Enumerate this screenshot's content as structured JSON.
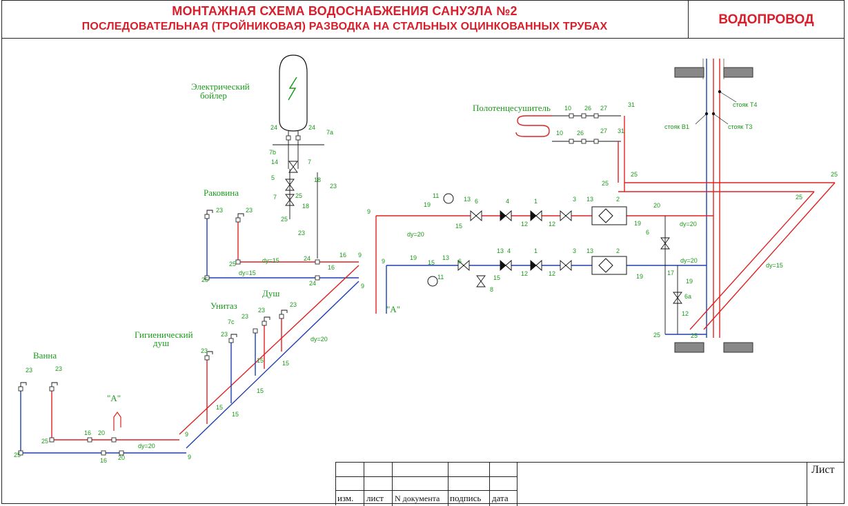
{
  "header": {
    "title_line1": "МОНТАЖНАЯ СХЕМА ВОДОСНАБЖЕНИЯ САНУЗЛА №2",
    "title_line2": "ПОСЛЕДОВАТЕЛЬНАЯ (ТРОЙНИКОВАЯ) РАЗВОДКА НА СТАЛЬНЫХ ОЦИНКОВАННЫХ ТРУБАХ",
    "section": "ВОДОПРОВОД"
  },
  "fixtures": {
    "boiler": "Электрический",
    "boiler2": "бойлер",
    "sink": "Раковина",
    "towel": "Полотенцесушитель",
    "wc": "Унитаз",
    "shower": "Душ",
    "hyg1": "Гигиенический",
    "hyg2": "душ",
    "bath": "Ванна"
  },
  "risers": {
    "t4": "стояк Т4",
    "b1": "стояк В1",
    "t3": "стояк Т3"
  },
  "markers": {
    "a": "\"A\""
  },
  "dims": {
    "d20": "dy=20",
    "d15": "dy=15"
  },
  "nums": {
    "n1": "1",
    "n2": "2",
    "n3": "3",
    "n4": "4",
    "n5": "5",
    "n6": "6",
    "n6a": "6a",
    "n7": "7",
    "n7a": "7a",
    "n7b": "7b",
    "n7c": "7c",
    "n8": "8",
    "n9": "9",
    "n10": "10",
    "n11": "11",
    "n12": "12",
    "n13": "13",
    "n14": "14",
    "n15": "15",
    "n16": "16",
    "n17": "17",
    "n18": "18",
    "n19": "19",
    "n20": "20",
    "n23": "23",
    "n24": "24",
    "n25": "25",
    "n26": "26",
    "n27": "27",
    "n31": "31"
  },
  "stamp": {
    "izm": "изм.",
    "list": "лист",
    "ndoc": "N документа",
    "sign": "подпись",
    "date": "дата",
    "sheet": "Лист"
  },
  "colors": {
    "hot": "#e02020",
    "cold": "#1d3fb0",
    "label": "#1a9a1a",
    "fitting": "#111111"
  }
}
